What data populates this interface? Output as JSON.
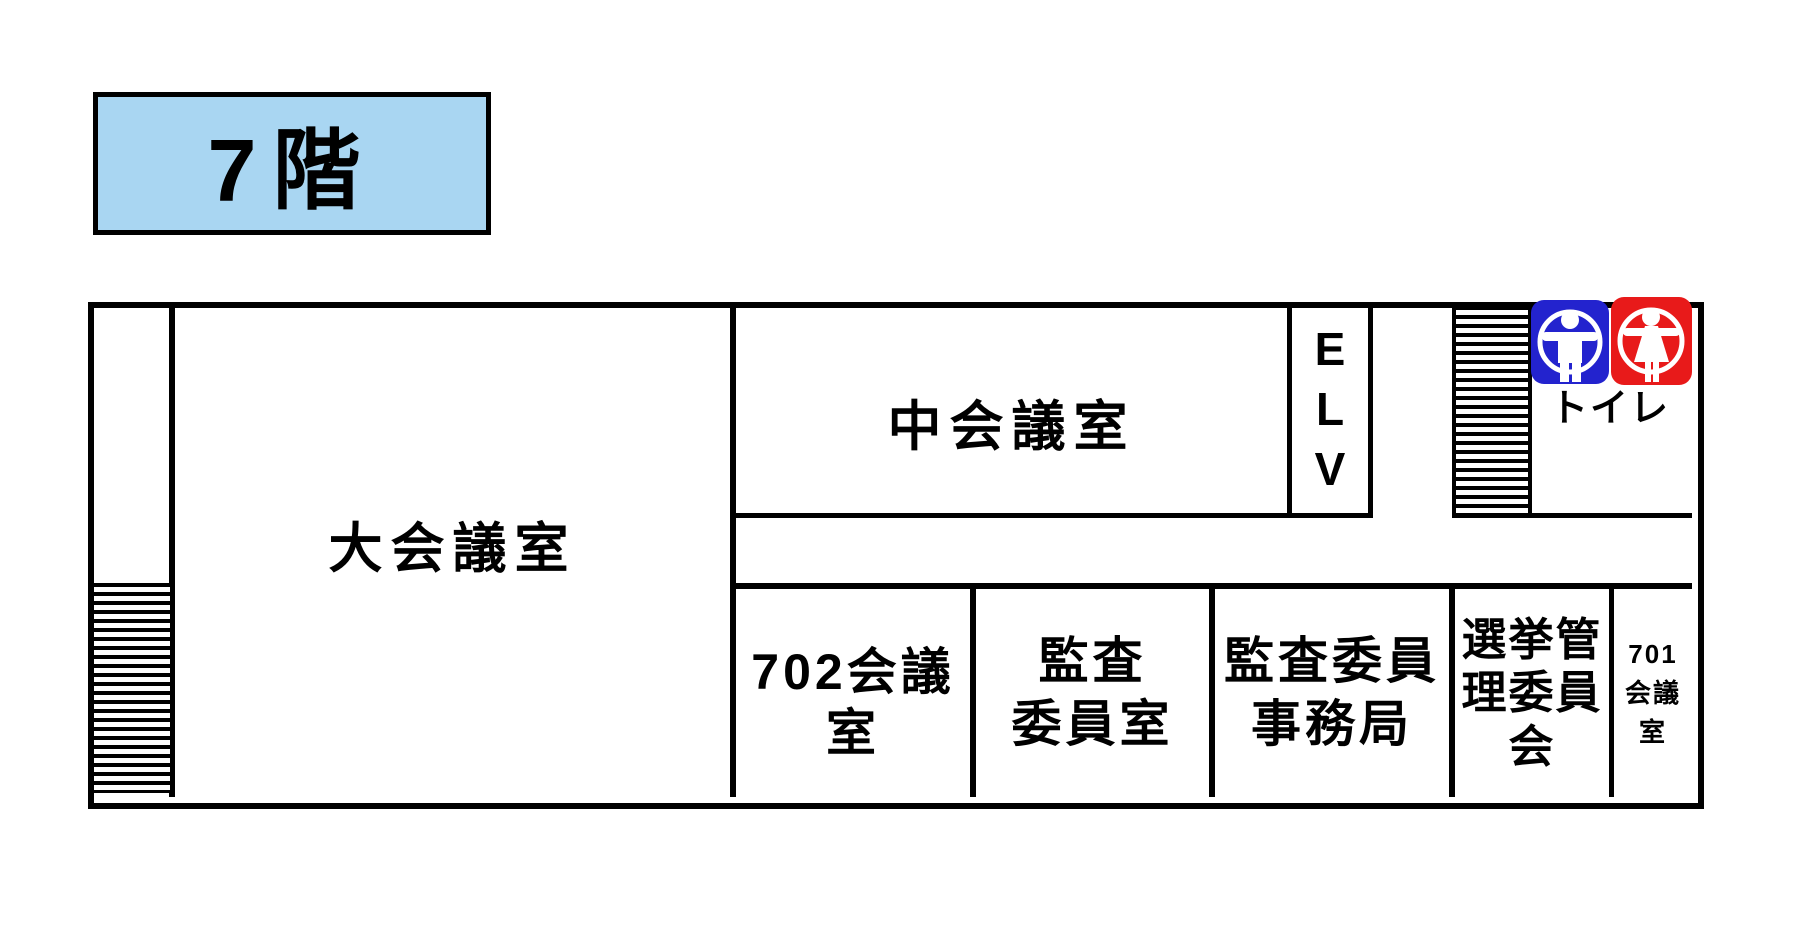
{
  "title": {
    "label": "7階"
  },
  "colors": {
    "title_bg": "#A9D6F2",
    "wall": "#000000",
    "male_blue": "#2323CE",
    "female_red": "#E81A1A"
  },
  "rooms": {
    "large_meeting": "大会議室",
    "medium_meeting": "中会議室",
    "elevator": "E\nL\nV",
    "toilet": "トイレ",
    "room_702": "702会議室",
    "audit_committee_room": "監査\n委員室",
    "audit_secretariat": "監査委員\n事務局",
    "election_commission": "選挙管\n理委員\n会",
    "room_701": "701\n会議\n室"
  },
  "icons": {
    "male": "male-restroom-icon",
    "female": "female-restroom-icon"
  }
}
